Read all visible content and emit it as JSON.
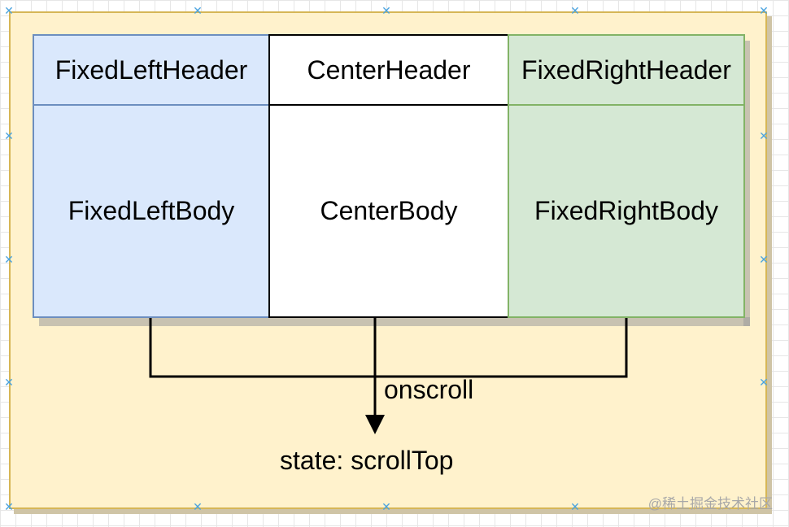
{
  "diagram": {
    "left_header": "FixedLeftHeader",
    "center_header": "CenterHeader",
    "right_header": "FixedRightHeader",
    "left_body": "FixedLeftBody",
    "center_body": "CenterBody",
    "right_body": "FixedRightBody",
    "edge_label": "onscroll",
    "target": "state: scrollTop"
  },
  "watermark": "@稀土掘金技术社区",
  "colors": {
    "container_fill": "#fff2cc",
    "container_stroke": "#d6b656",
    "left_fill": "#dae8fc",
    "left_stroke": "#6c8ebf",
    "right_fill": "#d5e8d4",
    "right_stroke": "#82b366",
    "selection_handle": "#4aa3df"
  }
}
